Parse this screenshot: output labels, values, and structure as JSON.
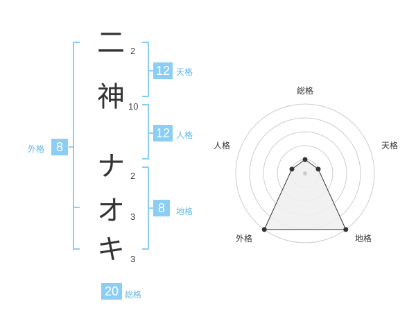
{
  "name_chars": [
    {
      "char": "二",
      "strokes": "2"
    },
    {
      "char": "神",
      "strokes": "10"
    },
    {
      "char": "ナ",
      "strokes": "2"
    },
    {
      "char": "オ",
      "strokes": "3"
    },
    {
      "char": "キ",
      "strokes": "3"
    }
  ],
  "fortunes": {
    "tenkaku": {
      "value": "12",
      "label": "天格"
    },
    "jinkaku": {
      "value": "12",
      "label": "人格"
    },
    "chikaku": {
      "value": "8",
      "label": "地格"
    },
    "gaikaku": {
      "value": "8",
      "label": "外格"
    },
    "soukaku": {
      "value": "20",
      "label": "総格"
    }
  },
  "radar": {
    "axes": [
      "総格",
      "天格",
      "地格",
      "外格",
      "人格"
    ],
    "levels": [
      1,
      1,
      5,
      5,
      1
    ],
    "max_level": 5,
    "colors": {
      "accent": "#8ccdf5",
      "grid": "#cccccc",
      "fill": "#eeeeee",
      "line": "#333333"
    }
  }
}
